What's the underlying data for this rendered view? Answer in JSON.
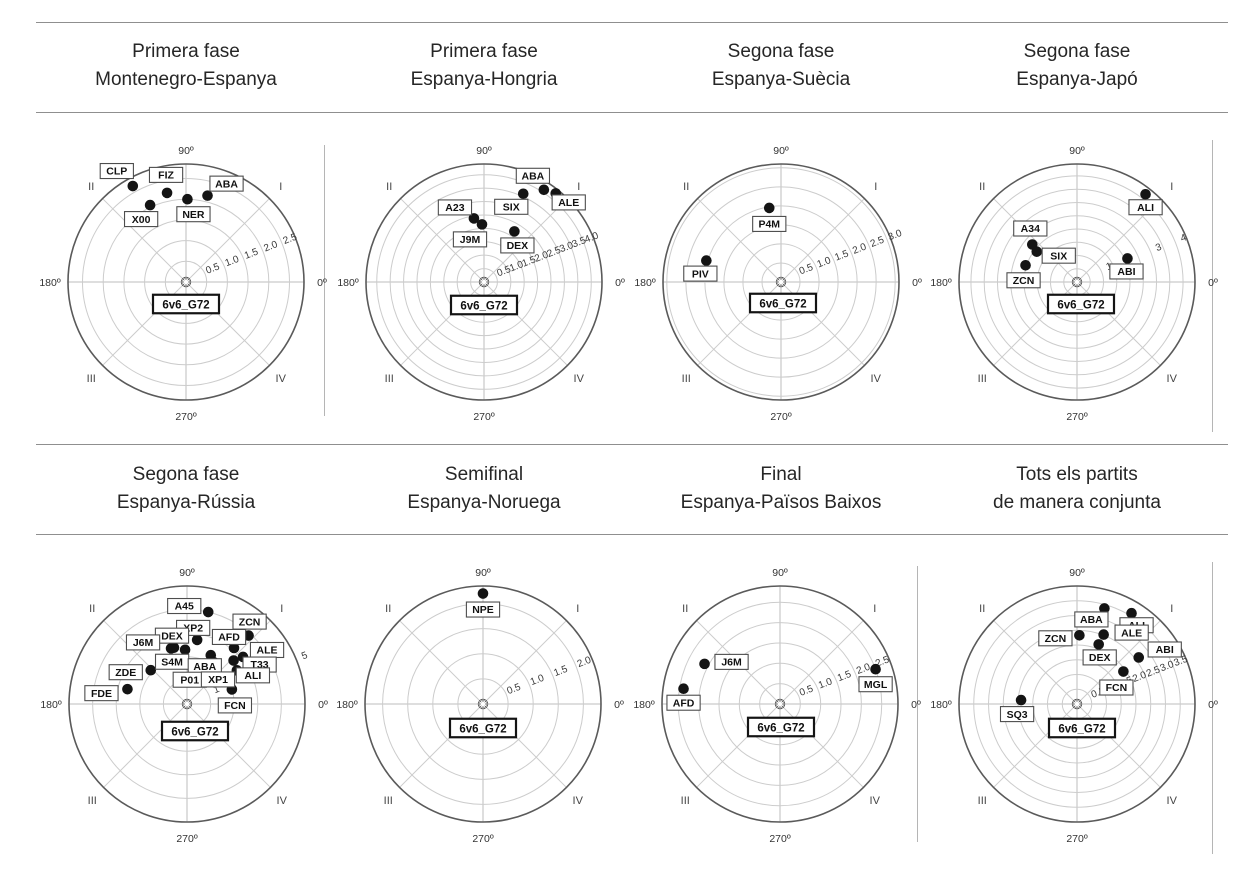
{
  "palette": {
    "background": "#ffffff",
    "title_text": "#262626",
    "grid": "#cccccc",
    "axis_line": "#bdbdbd",
    "outer_circle": "#5a5a5a",
    "tick_text": "#3a3a3a",
    "angle_text": "#333333",
    "quadrant_text": "#444444",
    "dot": "#141414",
    "label_box_border": "#4d4d4d",
    "label_box_fill": "#ffffff",
    "label_text": "#111111",
    "center_marker": "#4a4a4a",
    "center_box_border": "#141414",
    "separator": "#8f8f8f"
  },
  "angle_labels": {
    "top": "90º",
    "right": "0º",
    "left": "180º",
    "bottom": "270º"
  },
  "quadrant_labels": [
    "I",
    "II",
    "III",
    "IV"
  ],
  "center_marker_label": "6v6_G72",
  "chart_data": [
    {
      "type": "polar_scatter",
      "title1": "Primera fase",
      "title2": "Montenegro-Espanya",
      "rmax": 2.85,
      "rings": [
        0.5,
        1.0,
        1.5,
        2.0,
        2.5
      ],
      "rticks": [
        {
          "v": 0.5,
          "label": "0.5"
        },
        {
          "v": 1.0,
          "label": "1.0"
        },
        {
          "v": 1.5,
          "label": "1.5"
        },
        {
          "v": 2.0,
          "label": "2.0"
        },
        {
          "v": 2.5,
          "label": "2.5"
        }
      ],
      "center_box_offset": [
        0,
        19
      ],
      "points": [
        {
          "name": "CLP",
          "angle_deg": 119,
          "r": 2.65,
          "label_offset": [
            -16,
            -15
          ]
        },
        {
          "name": "FIZ",
          "angle_deg": 102,
          "r": 2.2,
          "label_offset": [
            -1,
            -18
          ]
        },
        {
          "name": "NER",
          "angle_deg": 89,
          "r": 2.0,
          "label_offset": [
            6,
            15
          ]
        },
        {
          "name": "ABA",
          "angle_deg": 76,
          "r": 2.15,
          "label_offset": [
            19,
            -12
          ]
        },
        {
          "name": "X00",
          "angle_deg": 115,
          "r": 2.05,
          "label_offset": [
            -9,
            14
          ]
        }
      ]
    },
    {
      "type": "polar_scatter",
      "title1": "Primera fase",
      "title2": "Espanya-Hongria",
      "rmax": 4.4,
      "rings": [
        0.5,
        1.0,
        1.5,
        2.0,
        2.5,
        3.0,
        3.5,
        4.0
      ],
      "rticks": [
        {
          "v": 0.5,
          "label": "0.5"
        },
        {
          "v": 1.0,
          "label": "1.0"
        },
        {
          "v": 1.5,
          "label": "1.5"
        },
        {
          "v": 2.0,
          "label": "2.0"
        },
        {
          "v": 2.5,
          "label": "2.5"
        },
        {
          "v": 3.0,
          "label": "3.0"
        },
        {
          "v": 3.5,
          "label": "3.5"
        },
        {
          "v": 4.0,
          "label": "4.0"
        }
      ],
      "center_box_offset": [
        0,
        20
      ],
      "points": [
        {
          "name": "A23",
          "angle_deg": 99,
          "r": 2.4,
          "label_offset": [
            -19,
            -11
          ]
        },
        {
          "name": "J9M",
          "angle_deg": 92,
          "r": 2.15,
          "label_offset": [
            -12,
            15
          ]
        },
        {
          "name": "SIX",
          "angle_deg": 66,
          "r": 3.6,
          "label_offset": [
            -12,
            13
          ]
        },
        {
          "name": "ABA",
          "angle_deg": 57,
          "r": 4.1,
          "label_offset": [
            -11,
            -14
          ]
        },
        {
          "name": "ALE",
          "angle_deg": 51,
          "r": 4.25,
          "label_offset": [
            13,
            9
          ]
        },
        {
          "name": "DEX",
          "angle_deg": 59,
          "r": 2.2,
          "label_offset": [
            3,
            14
          ]
        }
      ]
    },
    {
      "type": "polar_scatter",
      "title1": "Segona fase",
      "title2": "Espanya-Suècia",
      "rmax": 3.1,
      "rings": [
        0.5,
        1.0,
        1.5,
        2.0,
        2.5,
        3.0
      ],
      "rticks": [
        {
          "v": 0.5,
          "label": "0.5"
        },
        {
          "v": 1.0,
          "label": "1.0"
        },
        {
          "v": 1.5,
          "label": "1.5"
        },
        {
          "v": 2.0,
          "label": "2.0"
        },
        {
          "v": 2.5,
          "label": "2.5"
        },
        {
          "v": 3.0,
          "label": "3.0"
        }
      ],
      "center_box_offset": [
        2,
        18
      ],
      "points": [
        {
          "name": "P4M",
          "angle_deg": 99,
          "r": 1.97,
          "label_offset": [
            0,
            16
          ]
        },
        {
          "name": "PIV",
          "angle_deg": 164,
          "r": 2.04,
          "label_offset": [
            -6,
            13
          ]
        }
      ]
    },
    {
      "type": "polar_scatter",
      "title1": "Segona fase",
      "title2": "Espanya-Japó",
      "rmax": 4.45,
      "rings": [
        0.5,
        1.0,
        1.5,
        2.0,
        2.5,
        3.0,
        3.5,
        4.0
      ],
      "rticks": [
        {
          "v": 1,
          "label": "1"
        },
        {
          "v": 3,
          "label": "3"
        },
        {
          "v": 4,
          "label": "4"
        }
      ],
      "center_box_offset": [
        4,
        19
      ],
      "points": [
        {
          "name": "ALI",
          "angle_deg": 52,
          "r": 4.2,
          "label_offset": [
            0,
            13
          ]
        },
        {
          "name": "A34",
          "angle_deg": 140,
          "r": 2.2,
          "label_offset": [
            -2,
            -16
          ]
        },
        {
          "name": "SIX",
          "angle_deg": 143,
          "r": 1.9,
          "label_offset": [
            22,
            4
          ]
        },
        {
          "name": "ZCN",
          "angle_deg": 162,
          "r": 2.04,
          "label_offset": [
            -2,
            15
          ]
        },
        {
          "name": "ABI",
          "angle_deg": 25,
          "r": 2.1,
          "label_offset": [
            -1,
            13
          ]
        }
      ]
    },
    {
      "type": "polar_scatter",
      "title1": "Segona fase",
      "title2": "Espanya-Rússia",
      "rmax": 5.0,
      "rings": [
        1,
        2,
        3,
        4,
        5
      ],
      "rticks": [
        {
          "v": 1,
          "label": "1"
        },
        {
          "v": 5,
          "label": "5"
        }
      ],
      "center_box_offset": [
        8,
        24
      ],
      "points": [
        {
          "name": "A45",
          "angle_deg": 77,
          "r": 4.0,
          "label_offset": [
            -24,
            -6
          ]
        },
        {
          "name": "ZCN",
          "angle_deg": 48,
          "r": 3.9,
          "label_offset": [
            1,
            -14
          ]
        },
        {
          "name": "XP2",
          "angle_deg": 81,
          "r": 2.75,
          "label_offset": [
            -4,
            -12
          ]
        },
        {
          "name": "DEX",
          "angle_deg": 103,
          "r": 2.45,
          "label_offset": [
            -2,
            -12
          ]
        },
        {
          "name": "AFD",
          "angle_deg": 50,
          "r": 3.1,
          "label_offset": [
            -5,
            -11
          ]
        },
        {
          "name": "ALE",
          "angle_deg": 40,
          "r": 3.1,
          "label_offset": [
            24,
            -7
          ]
        },
        {
          "name": "J6M",
          "angle_deg": 106,
          "r": 2.45,
          "label_offset": [
            -28,
            -6
          ]
        },
        {
          "name": "S4M",
          "angle_deg": 92,
          "r": 2.3,
          "label_offset": [
            -13,
            12
          ]
        },
        {
          "name": "ABA",
          "angle_deg": 64,
          "r": 2.3,
          "label_offset": [
            -6,
            11
          ]
        },
        {
          "name": "T33",
          "angle_deg": 43,
          "r": 2.7,
          "label_offset": [
            26,
            4
          ]
        },
        {
          "name": "ZDE",
          "angle_deg": 137,
          "r": 2.1,
          "label_offset": [
            -25,
            2
          ]
        },
        {
          "name": "P01",
          "angle_deg": 72,
          "r": 1.75,
          "label_offset": [
            -10,
            15
          ]
        },
        {
          "name": "XP1",
          "angle_deg": 57,
          "r": 2.1,
          "label_offset": [
            4,
            17
          ]
        },
        {
          "name": "ALI",
          "angle_deg": 34,
          "r": 2.55,
          "label_offset": [
            16,
            5
          ]
        },
        {
          "name": "FDE",
          "angle_deg": 166,
          "r": 2.6,
          "label_offset": [
            -26,
            4
          ]
        },
        {
          "name": "FCN",
          "angle_deg": 18,
          "r": 2.0,
          "label_offset": [
            3,
            16
          ]
        }
      ]
    },
    {
      "type": "polar_scatter",
      "title1": "Semifinal",
      "title2": "Espanya-Noruega",
      "rmax": 2.35,
      "rings": [
        0.5,
        1.0,
        1.5,
        2.0
      ],
      "rticks": [
        {
          "v": 0.5,
          "label": "0.5"
        },
        {
          "v": 1.0,
          "label": "1.0"
        },
        {
          "v": 1.5,
          "label": "1.5"
        },
        {
          "v": 2.0,
          "label": "2.0"
        }
      ],
      "center_box_offset": [
        0,
        21
      ],
      "points": [
        {
          "name": "NPE",
          "angle_deg": 90,
          "r": 2.2,
          "label_offset": [
            0,
            16
          ]
        }
      ]
    },
    {
      "type": "polar_scatter",
      "title1": "Final",
      "title2": "Espanya-Països Baixos",
      "rmax": 2.9,
      "rings": [
        0.5,
        1.0,
        1.5,
        2.0,
        2.5
      ],
      "rticks": [
        {
          "v": 0.5,
          "label": "0.5"
        },
        {
          "v": 1.0,
          "label": "1.0"
        },
        {
          "v": 1.5,
          "label": "1.5"
        },
        {
          "v": 2.0,
          "label": "2.0"
        },
        {
          "v": 2.5,
          "label": "2.5"
        }
      ],
      "center_box_offset": [
        1,
        20
      ],
      "points": [
        {
          "name": "J6M",
          "angle_deg": 152,
          "r": 2.1,
          "label_offset": [
            27,
            -2
          ]
        },
        {
          "name": "AFD",
          "angle_deg": 171,
          "r": 2.4,
          "label_offset": [
            0,
            14
          ]
        },
        {
          "name": "MGL",
          "angle_deg": 20,
          "r": 2.5,
          "label_offset": [
            0,
            15
          ]
        }
      ]
    },
    {
      "type": "polar_scatter",
      "title1": "Tots els partits",
      "title2": "de manera conjunta",
      "rmax": 4.0,
      "rings": [
        0.5,
        1.0,
        1.5,
        2.0,
        2.5,
        3.0,
        3.5,
        4.0
      ],
      "rticks": [
        {
          "v": 0.5,
          "label": "0.5"
        },
        {
          "v": 1.0,
          "label": "1.0"
        },
        {
          "v": 1.5,
          "label": "1.5"
        },
        {
          "v": 2.0,
          "label": "2.0"
        },
        {
          "v": 2.5,
          "label": "2.5"
        },
        {
          "v": 3.0,
          "label": "3.0"
        },
        {
          "v": 3.5,
          "label": "3.5"
        }
      ],
      "center_box_offset": [
        5,
        21
      ],
      "points": [
        {
          "name": "ABA",
          "angle_deg": 74,
          "r": 3.37,
          "label_offset": [
            -13,
            11
          ]
        },
        {
          "name": "ALI",
          "angle_deg": 59,
          "r": 3.59,
          "label_offset": [
            5,
            12
          ]
        },
        {
          "name": "ZCN",
          "angle_deg": 88,
          "r": 2.33,
          "label_offset": [
            -24,
            3
          ]
        },
        {
          "name": "ALE",
          "angle_deg": 69,
          "r": 2.52,
          "label_offset": [
            28,
            -2
          ]
        },
        {
          "name": "DEX",
          "angle_deg": 70,
          "r": 2.15,
          "label_offset": [
            1,
            13
          ]
        },
        {
          "name": "ABI",
          "angle_deg": 37,
          "r": 2.62,
          "label_offset": [
            26,
            -8
          ]
        },
        {
          "name": "FCN",
          "angle_deg": 35,
          "r": 1.92,
          "label_offset": [
            -7,
            16
          ]
        },
        {
          "name": "SQ3",
          "angle_deg": 176,
          "r": 1.9,
          "label_offset": [
            -4,
            14
          ]
        }
      ]
    }
  ]
}
